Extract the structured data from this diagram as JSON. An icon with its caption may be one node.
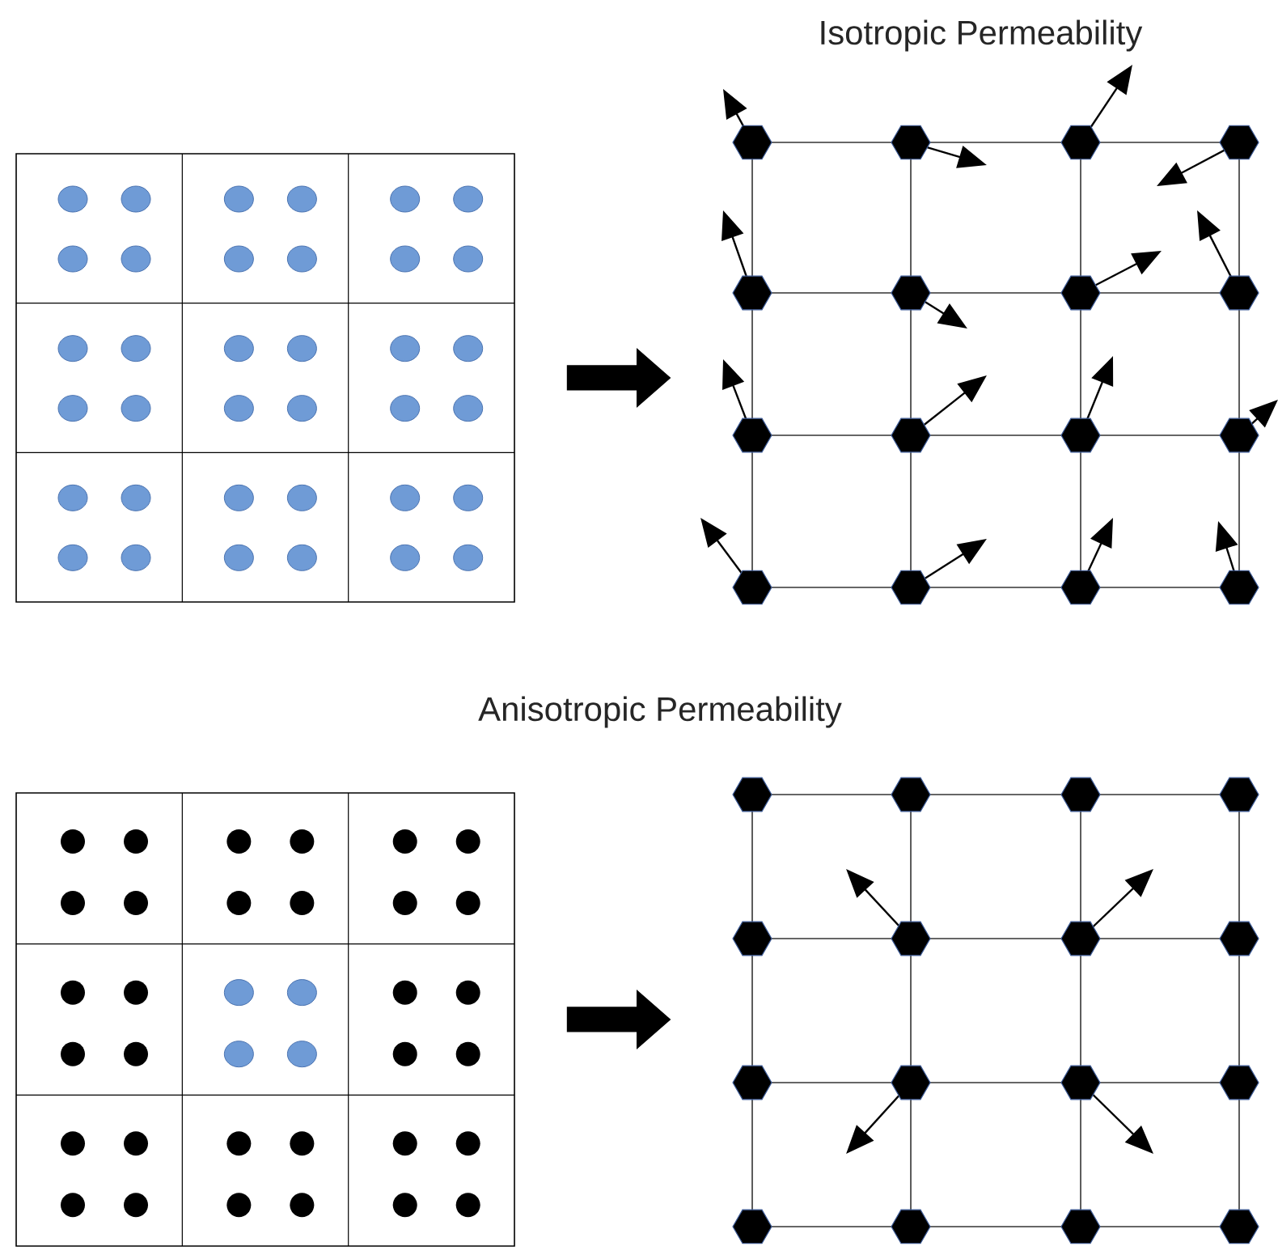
{
  "diagram": {
    "nodes": [
      {
        "text": [],
        "shape": "picture"
      },
      {
        "text": [],
        "shape": "picture"
      },
      {
        "text": [],
        "shape": "picture"
      },
      {
        "text": [],
        "shape": "picture"
      }
    ],
    "edges": [
      {
        "from": 0,
        "to": 1,
        "arrow": "to"
      },
      {
        "from": 2,
        "to": 3,
        "arrow": "to"
      }
    ],
    "labels": [
      "Isotropic Permeability",
      "Anisotropic Permeability"
    ]
  }
}
